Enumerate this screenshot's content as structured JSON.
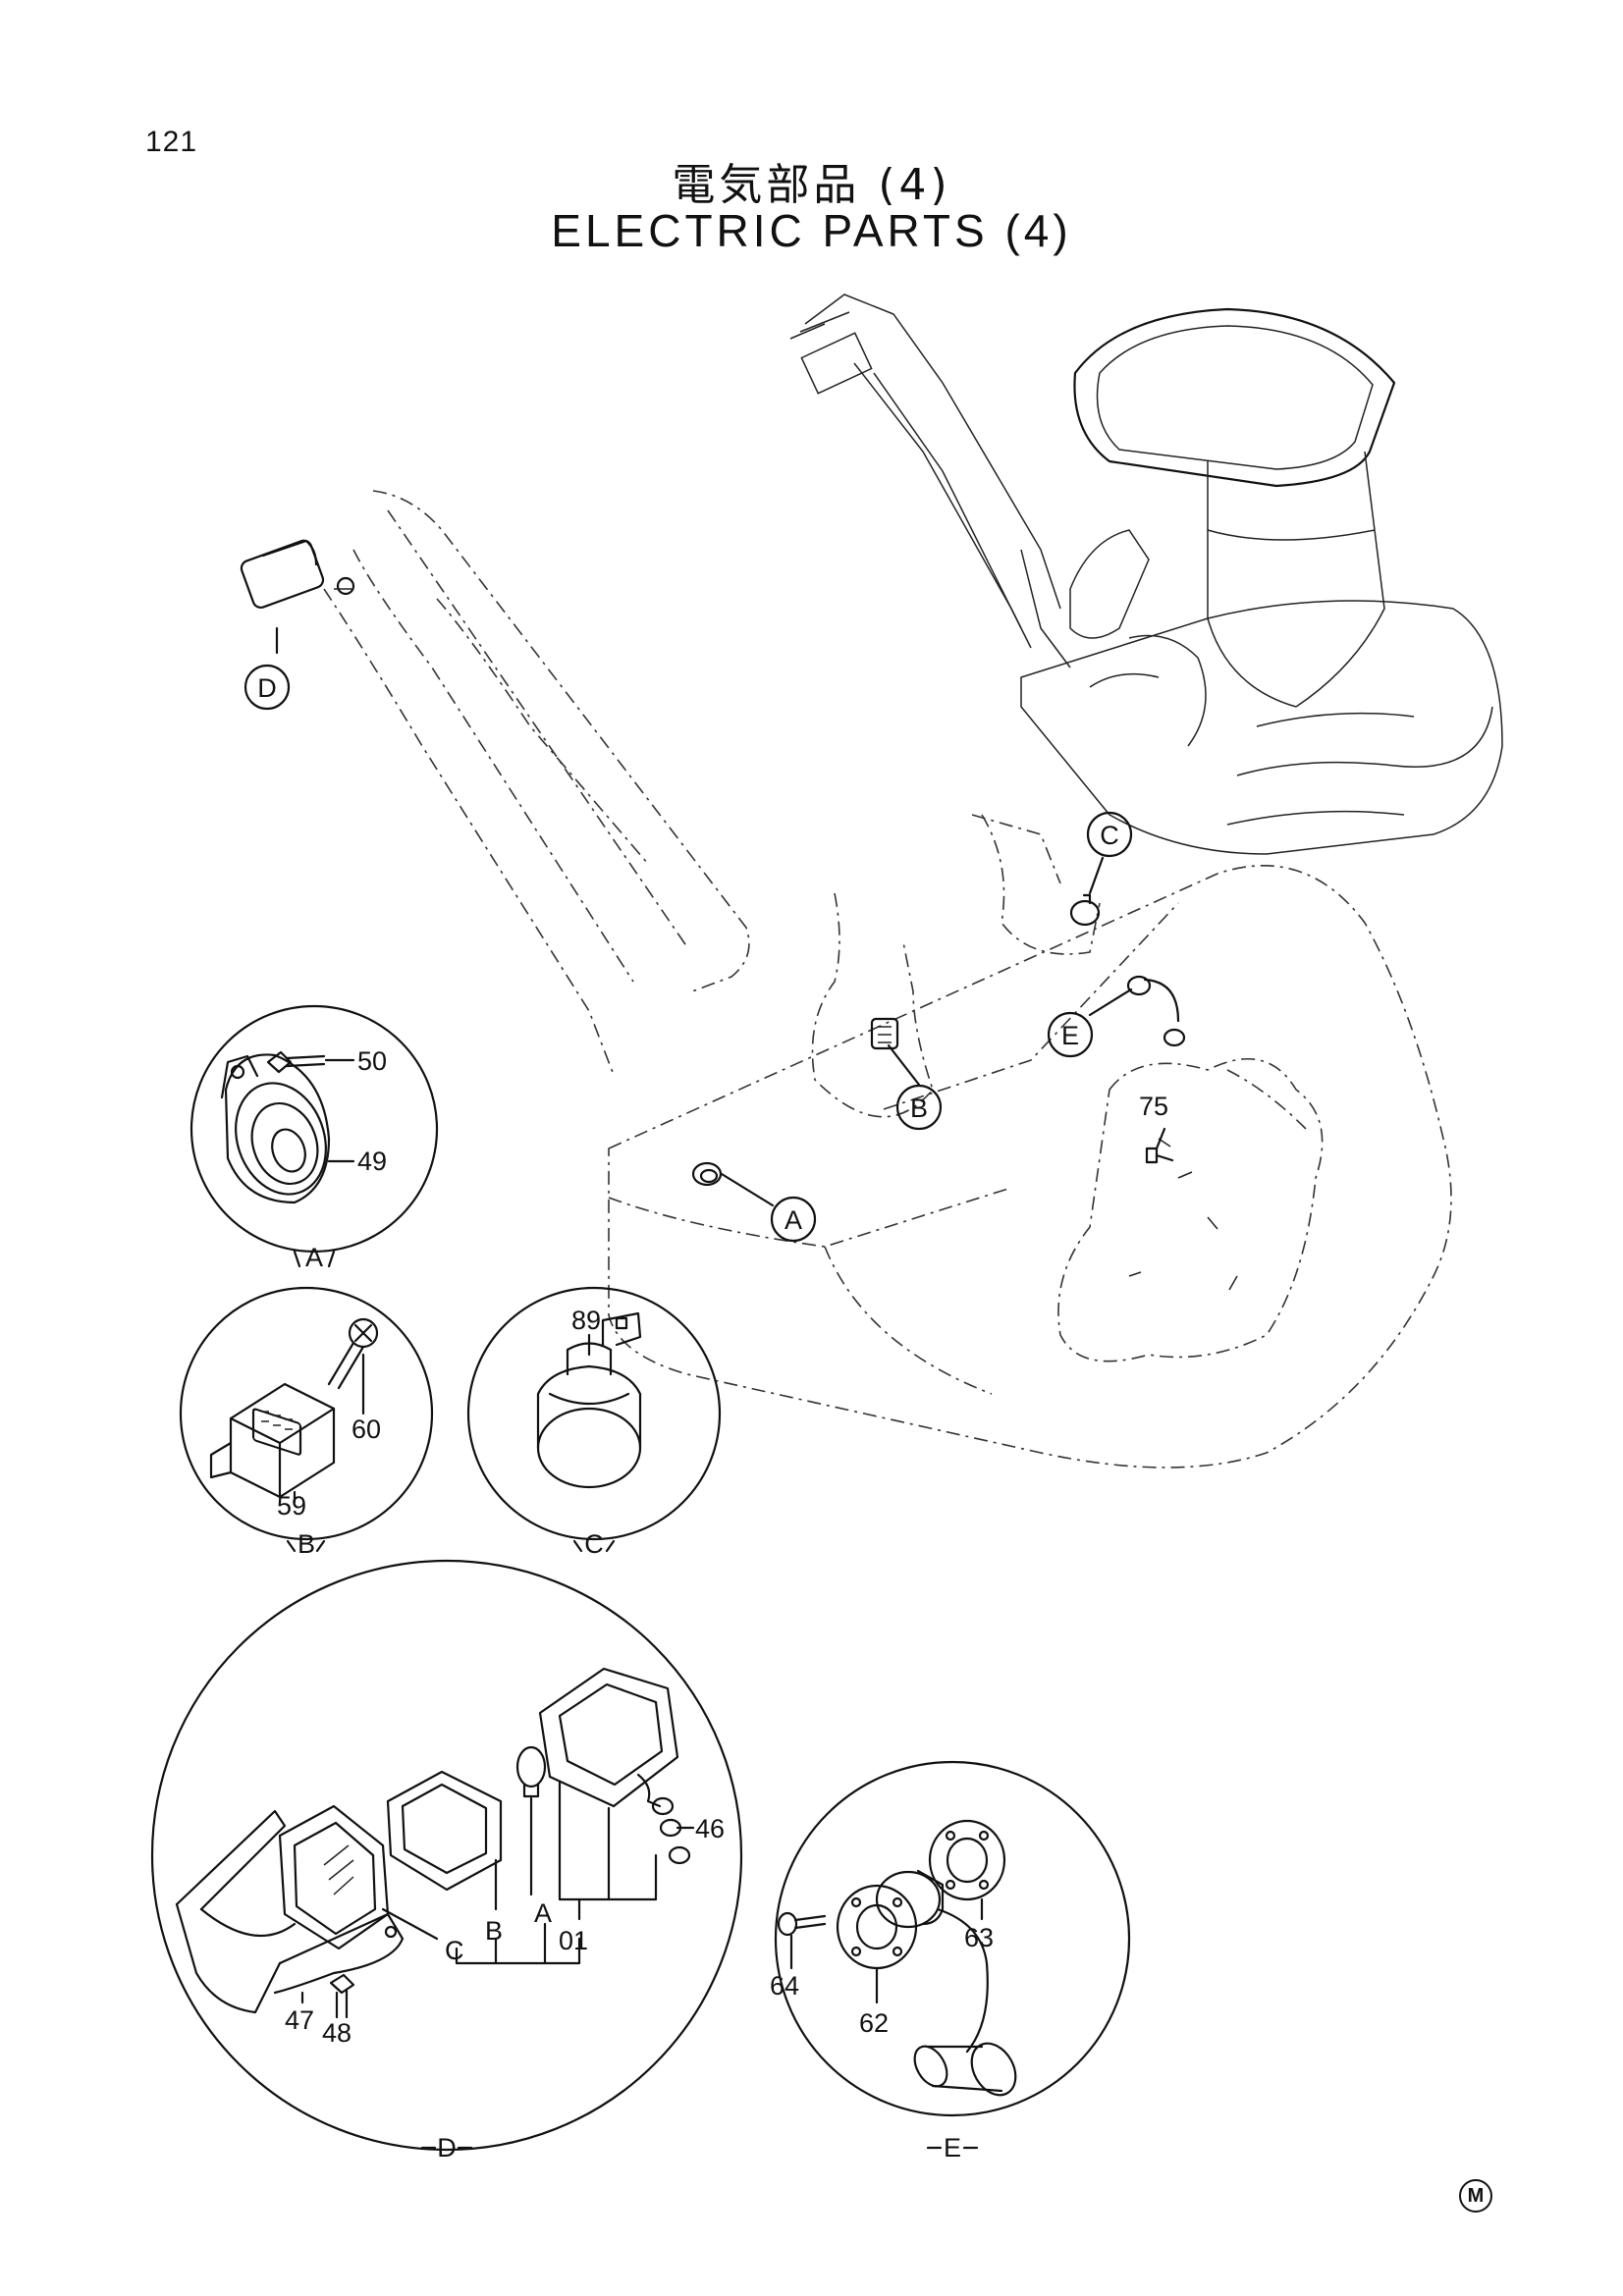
{
  "page": {
    "number": "121",
    "title_ja": "電気部品 (4)",
    "title_en": "ELECTRIC PARTS (4)",
    "mark": "M"
  },
  "callouts": {
    "A": "A",
    "B": "B",
    "C": "C",
    "D": "D",
    "E": "E"
  },
  "detail_views": [
    {
      "id": "A",
      "label": "A",
      "parts": [
        "50",
        "49"
      ]
    },
    {
      "id": "B",
      "label": "B",
      "parts": [
        "60",
        "59"
      ]
    },
    {
      "id": "C",
      "label": "C",
      "parts": [
        "89"
      ]
    },
    {
      "id": "D",
      "label": "D",
      "parts": [
        "46",
        "A",
        "B",
        "C",
        "01",
        "47",
        "48"
      ]
    },
    {
      "id": "E",
      "label": "E",
      "parts": [
        "64",
        "62",
        "63"
      ]
    }
  ],
  "main_parts": [
    "75"
  ]
}
